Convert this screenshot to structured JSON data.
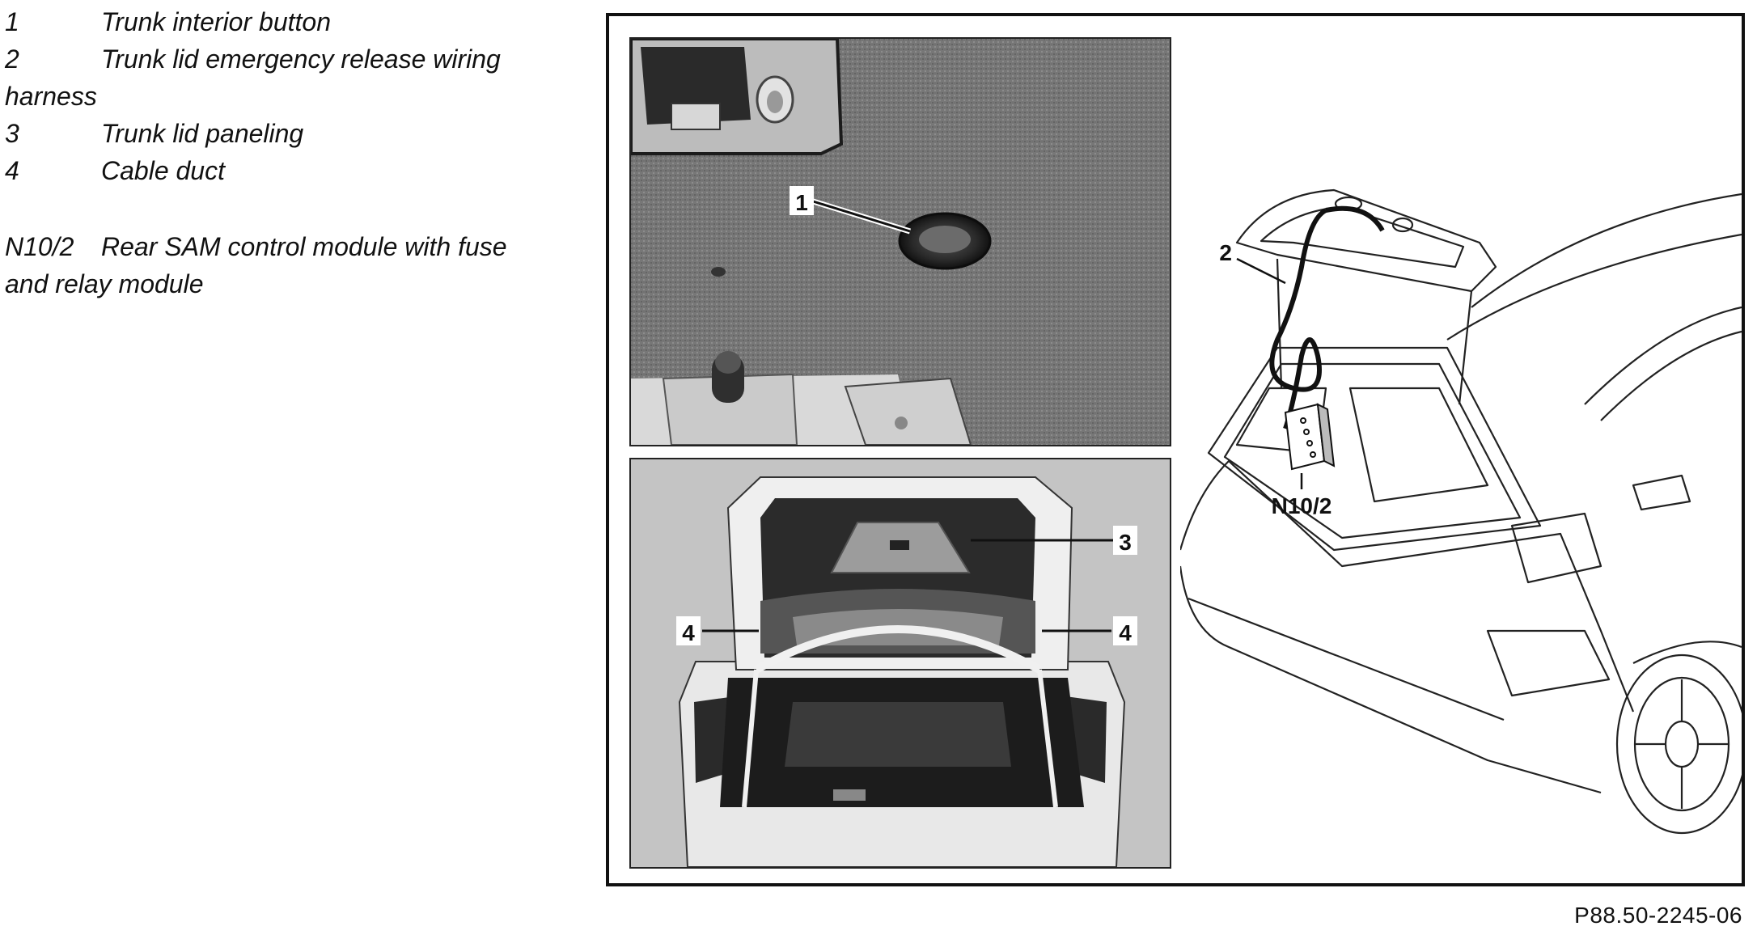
{
  "legend": {
    "items": [
      {
        "num": "1",
        "text": "Trunk interior button"
      },
      {
        "num": "2",
        "text": "Trunk lid emergency release wiring"
      },
      {
        "num": "",
        "text": "harness"
      },
      {
        "num": "3",
        "text": "Trunk lid paneling"
      },
      {
        "num": "4",
        "text": "Cable duct"
      }
    ],
    "module": {
      "code": "N10/2",
      "line1": "Rear SAM control module with fuse",
      "line2": "and relay module"
    }
  },
  "figure": {
    "callouts": {
      "top_photo_1": "1",
      "bottom_photo_3": "3",
      "bottom_photo_4_left": "4",
      "bottom_photo_4_right": "4",
      "drawing_2": "2",
      "drawing_module": "N10/2"
    },
    "code": "P88.50-2245-06"
  },
  "colors": {
    "frame": "#111111",
    "photo_background": "#bdbdbd",
    "carpet": "#7a7a7a"
  }
}
